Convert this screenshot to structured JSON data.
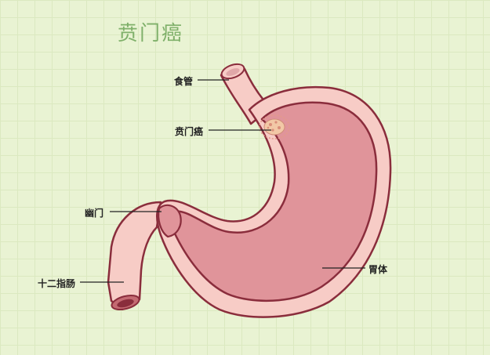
{
  "title": "贲门癌",
  "labels": {
    "esophagus": "食管",
    "cardia_cancer": "贲门癌",
    "pylorus": "幽门",
    "duodenum": "十二指肠",
    "stomach_body": "胃体"
  },
  "colors": {
    "background": "#e9f3d3",
    "title": "#7fb06a",
    "outer_wall": "#f7ccc6",
    "inner_wall": "#e0949a",
    "outline": "#8a2d3c",
    "tumor": "#f2c8a6"
  }
}
